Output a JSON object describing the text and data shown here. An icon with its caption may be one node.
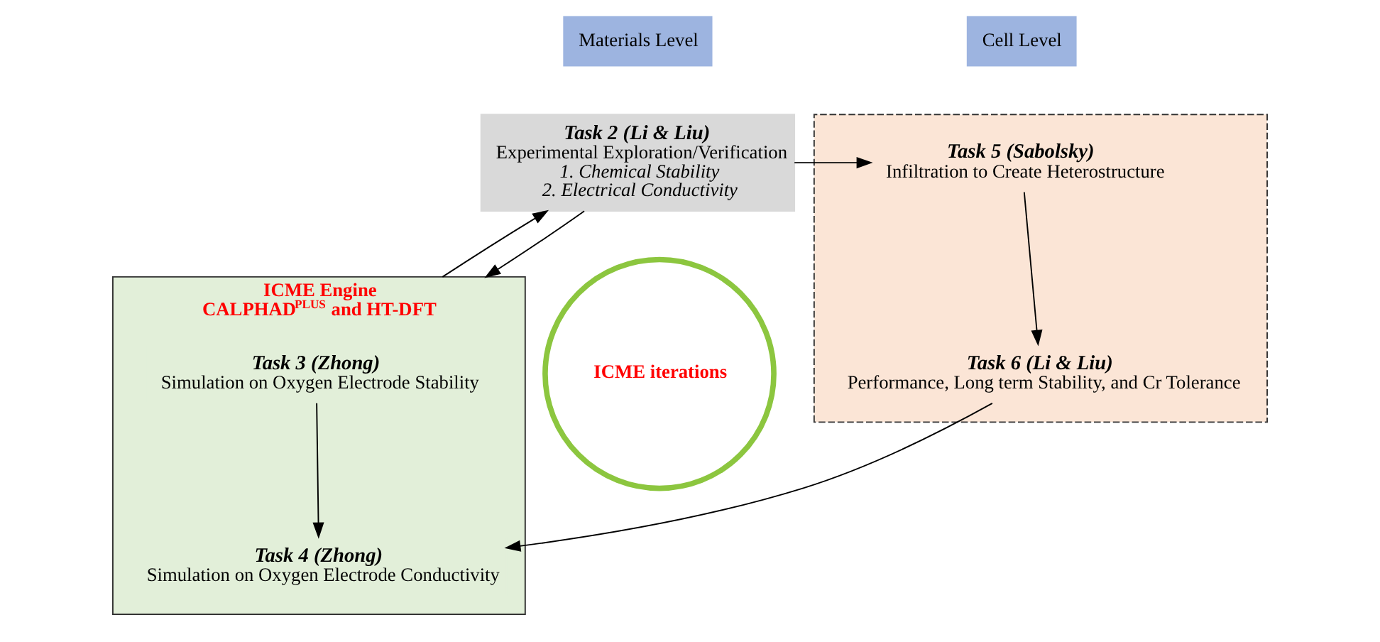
{
  "diagram": {
    "nodes": [
      {
        "text": [
          "Materials Level"
        ]
      },
      {
        "text": [
          "Cell Level"
        ]
      },
      {
        "text": [
          "Task 2 (Li & Liu)",
          "Experimental Exploration/Verification",
          "1. Chemical Stability",
          "2. Electrical Conductivity"
        ]
      },
      {
        "text": [],
        "shape": "box"
      },
      {
        "text": [
          "Task 5 (Sabolsky)",
          "Infiltration to Create Heterostructure"
        ],
        "in": 3
      },
      {
        "text": [
          "Task 6 (Li & Liu)",
          "Performance, Long term Stability, and Cr Tolerance"
        ],
        "in": 3
      },
      {
        "text": [
          "ICME Engine",
          "CALPHAD$^{PLUS}$ and HT-DFT"
        ]
      },
      {
        "text": [
          "Task 3 (Zhong)",
          "Simulation on Oxygen Electrode Stability"
        ],
        "in": 6
      },
      {
        "text": [
          "Task 4 (Zhong)",
          "Simulation on Oxygen Electrode Conductivity"
        ],
        "in": 6
      },
      {
        "text": [
          "ICME iterations"
        ]
      }
    ],
    "edges": [
      {
        "from": 2,
        "to": 4,
        "arrow": "to"
      },
      {
        "from": 4,
        "to": 5,
        "arrow": "to"
      },
      {
        "from": 2,
        "to": 6,
        "arrow": "to"
      },
      {
        "from": 6,
        "to": 2,
        "arrow": "to"
      },
      {
        "from": 7,
        "to": 8,
        "arrow": "to"
      },
      {
        "from": 5,
        "to": 8,
        "arrow": "to"
      }
    ]
  }
}
